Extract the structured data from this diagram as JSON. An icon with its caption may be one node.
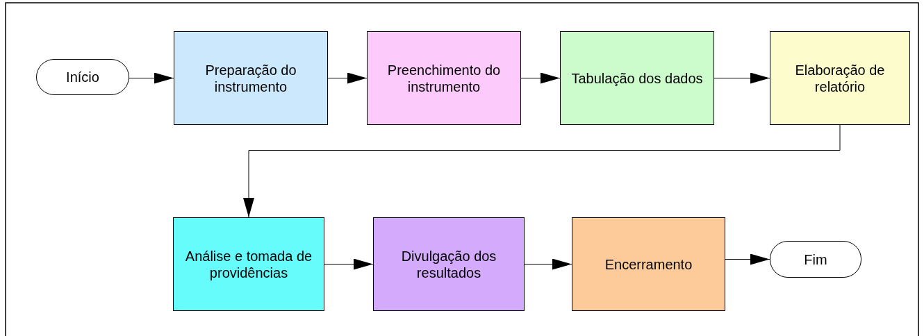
{
  "diagram": {
    "nodes": [
      {
        "text": [
          "Início"
        ]
      },
      {
        "text": [
          "Preparação do instrumento"
        ]
      },
      {
        "text": [
          "Preenchimento do instrumento"
        ]
      },
      {
        "text": [
          "Tabulação dos dados"
        ]
      },
      {
        "text": [
          "Elaboração de relatório"
        ]
      },
      {
        "text": [
          "Análise e tomada de providências"
        ]
      },
      {
        "text": [
          "Divulgação dos resultados"
        ]
      },
      {
        "text": [
          "Encerramento"
        ]
      },
      {
        "text": [
          "Fim"
        ]
      }
    ],
    "edges": [
      {
        "from": 0,
        "to": 1,
        "arrow": "to"
      },
      {
        "from": 1,
        "to": 2,
        "arrow": "to"
      },
      {
        "from": 2,
        "to": 3,
        "arrow": "to"
      },
      {
        "from": 3,
        "to": 4,
        "arrow": "to"
      },
      {
        "from": 4,
        "to": 5,
        "arrow": "to"
      },
      {
        "from": 5,
        "to": 6,
        "arrow": "to"
      },
      {
        "from": 6,
        "to": 7,
        "arrow": "to"
      },
      {
        "from": 7,
        "to": 8,
        "arrow": "to"
      }
    ]
  }
}
